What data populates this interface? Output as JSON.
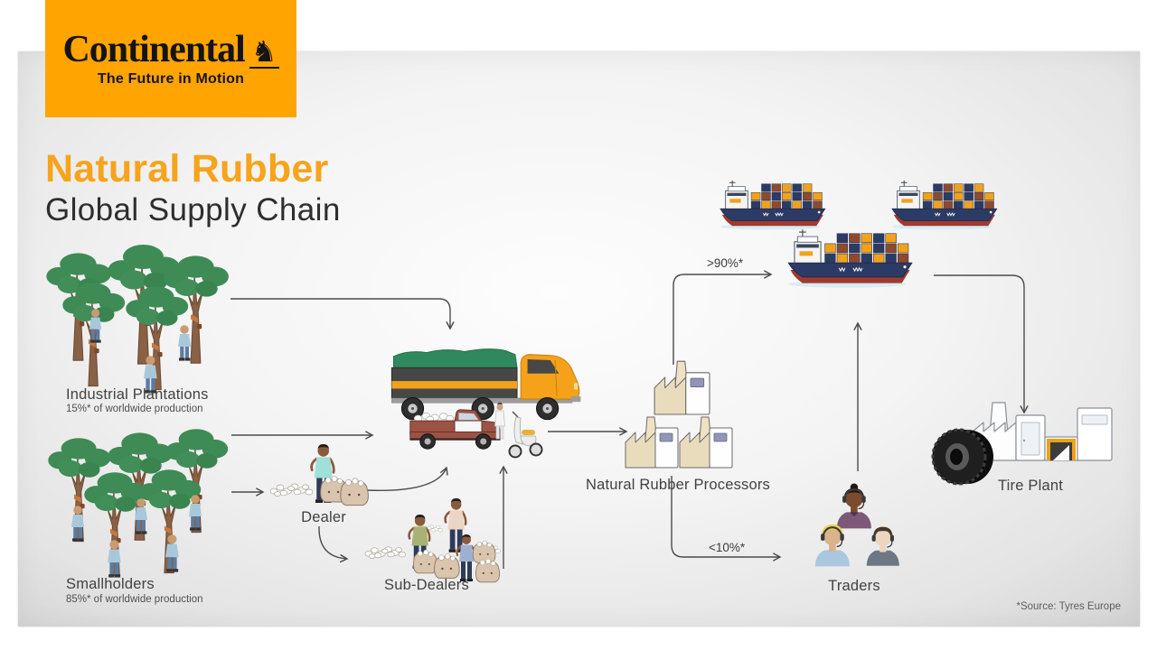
{
  "brand": {
    "name": "Continental",
    "tagline": "The Future in Motion"
  },
  "title": {
    "heading": "Natural Rubber",
    "subheading": "Global Supply Chain"
  },
  "nodes": {
    "industrial_plantations": {
      "label": "Industrial Plantations",
      "share": "15%* of worldwide production"
    },
    "smallholders": {
      "label": "Smallholders",
      "share": "85%* of worldwide production"
    },
    "dealer": {
      "label": "Dealer"
    },
    "sub_dealers": {
      "label": "Sub-Dealers"
    },
    "processors": {
      "label": "Natural Rubber Processors"
    },
    "traders": {
      "label": "Traders"
    },
    "tire_plant": {
      "label": "Tire Plant"
    }
  },
  "flows": {
    "processors_to_ships": ">90%*",
    "processors_to_traders": "<10%*"
  },
  "source_note": "*Source: Tyres Europe",
  "colors": {
    "brand_orange": "#FFA400",
    "accent_orange": "#F6A41C",
    "forest_green": "#3E8B55",
    "load_green": "#2E8A5E",
    "ship_navy": "#2C3B66",
    "ship_red": "#A03A2E",
    "container_brown": "#8D4A2F",
    "truck_gray": "#474747",
    "pickup_brown": "#9C5244",
    "text_dark": "#3D3D3D"
  }
}
